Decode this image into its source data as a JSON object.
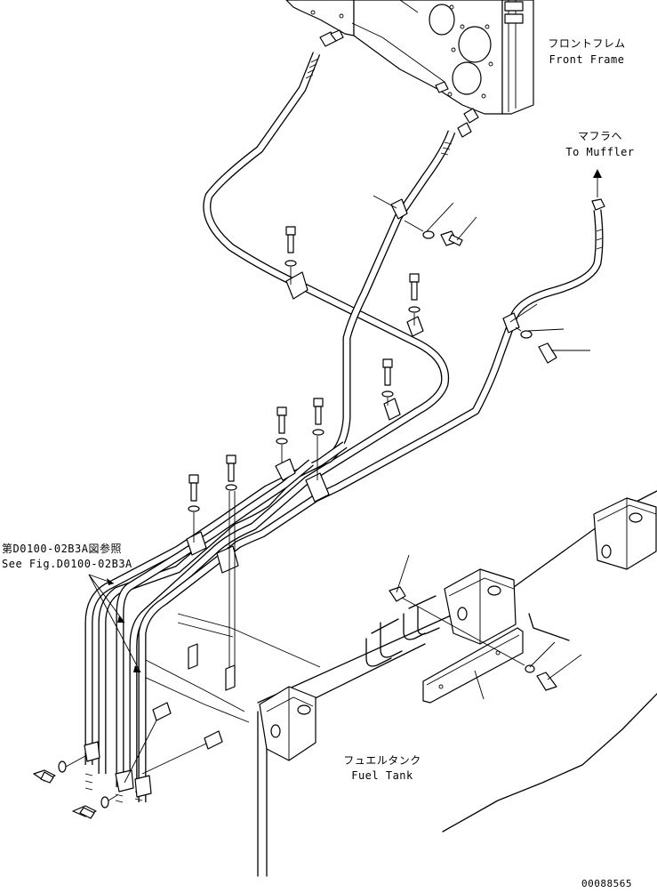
{
  "labels": {
    "front_frame_jp": "フロントフレム",
    "front_frame_en": "Front Frame",
    "muffler_jp": "マフラヘ",
    "muffler_en": "To Muffler",
    "see_fig_jp": "第D0100-02B3A図参照",
    "see_fig_en": "See Fig.D0100-02B3A",
    "fuel_tank_jp": "フュエルタンク",
    "fuel_tank_en": "Fuel Tank"
  },
  "drawing_number": "00088565"
}
